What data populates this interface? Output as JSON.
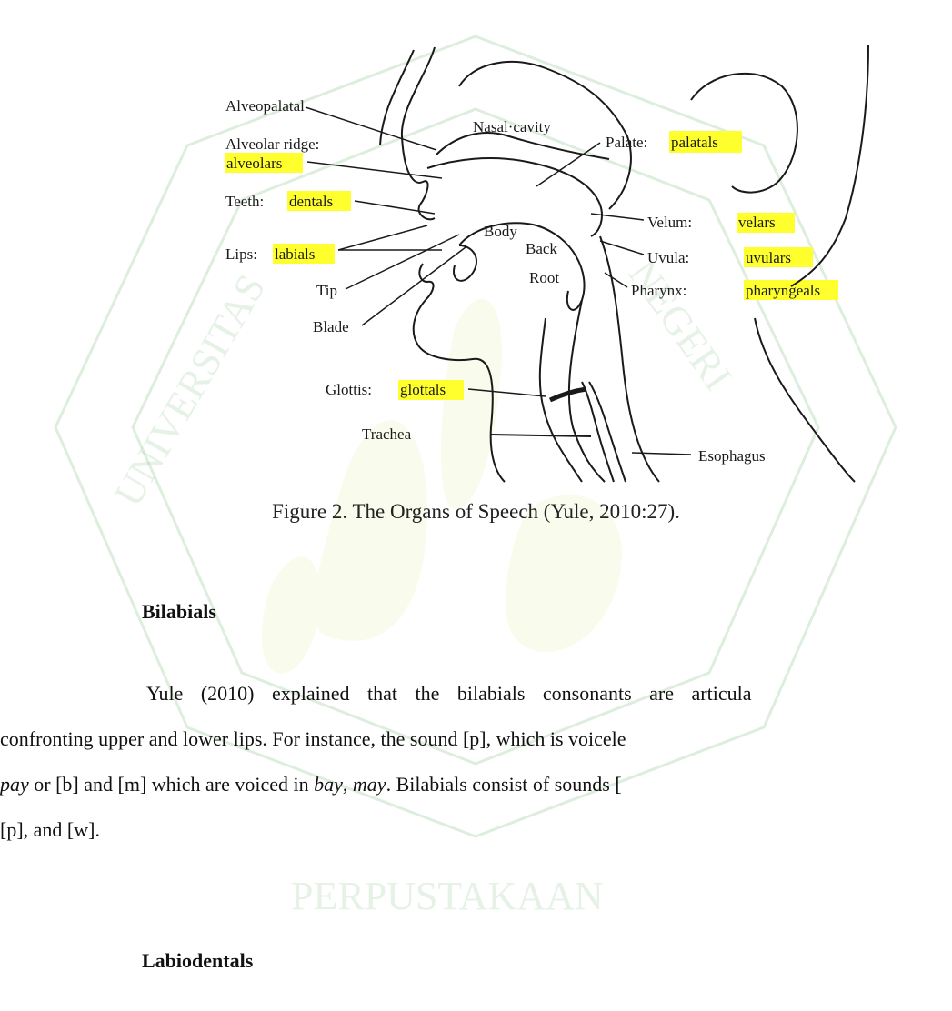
{
  "figure": {
    "labels": {
      "alveopalatal": "Alveopalatal",
      "alveolar_ridge": "Alveolar ridge:",
      "alveolars": "alveolars",
      "teeth": "Teeth:",
      "dentals": "dentals",
      "lips": "Lips:",
      "labials": "labials",
      "tip": "Tip",
      "blade": "Blade",
      "body": "Body",
      "back": "Back",
      "root": "Root",
      "nasal_cavity": "Nasal·cavity",
      "palate": "Palate:",
      "palatals": "palatals",
      "velum": "Velum:",
      "velars": "velars",
      "uvula": "Uvula:",
      "uvulars": "uvulars",
      "pharynx": "Pharynx:",
      "pharyngeals": "pharyngeals",
      "glottis": "Glottis:",
      "glottals": "glottals",
      "trachea": "Trachea",
      "esophagus": "Esophagus"
    },
    "highlight_color": "#ffff2e"
  },
  "caption": "Figure 2. The Organs of Speech (Yule, 2010:27).",
  "section1": {
    "heading": "Bilabials",
    "line1": "Yule (2010) explained that the bilabials consonants are articula",
    "line2": "confronting upper and lower lips. For instance, the sound [p], which is voicele",
    "line3_a": "pay",
    "line3_b": " or [b] and [m] which are voiced in ",
    "line3_c": "bay",
    "line3_d": ", ",
    "line3_e": "may",
    "line3_f": ". Bilabials consist of sounds [",
    "line4": "[p], and [w]."
  },
  "section2": {
    "heading": "Labiodentals"
  },
  "colors": {
    "watermark": "#cfe8cf",
    "watermark_text": "#a8d4a8"
  }
}
